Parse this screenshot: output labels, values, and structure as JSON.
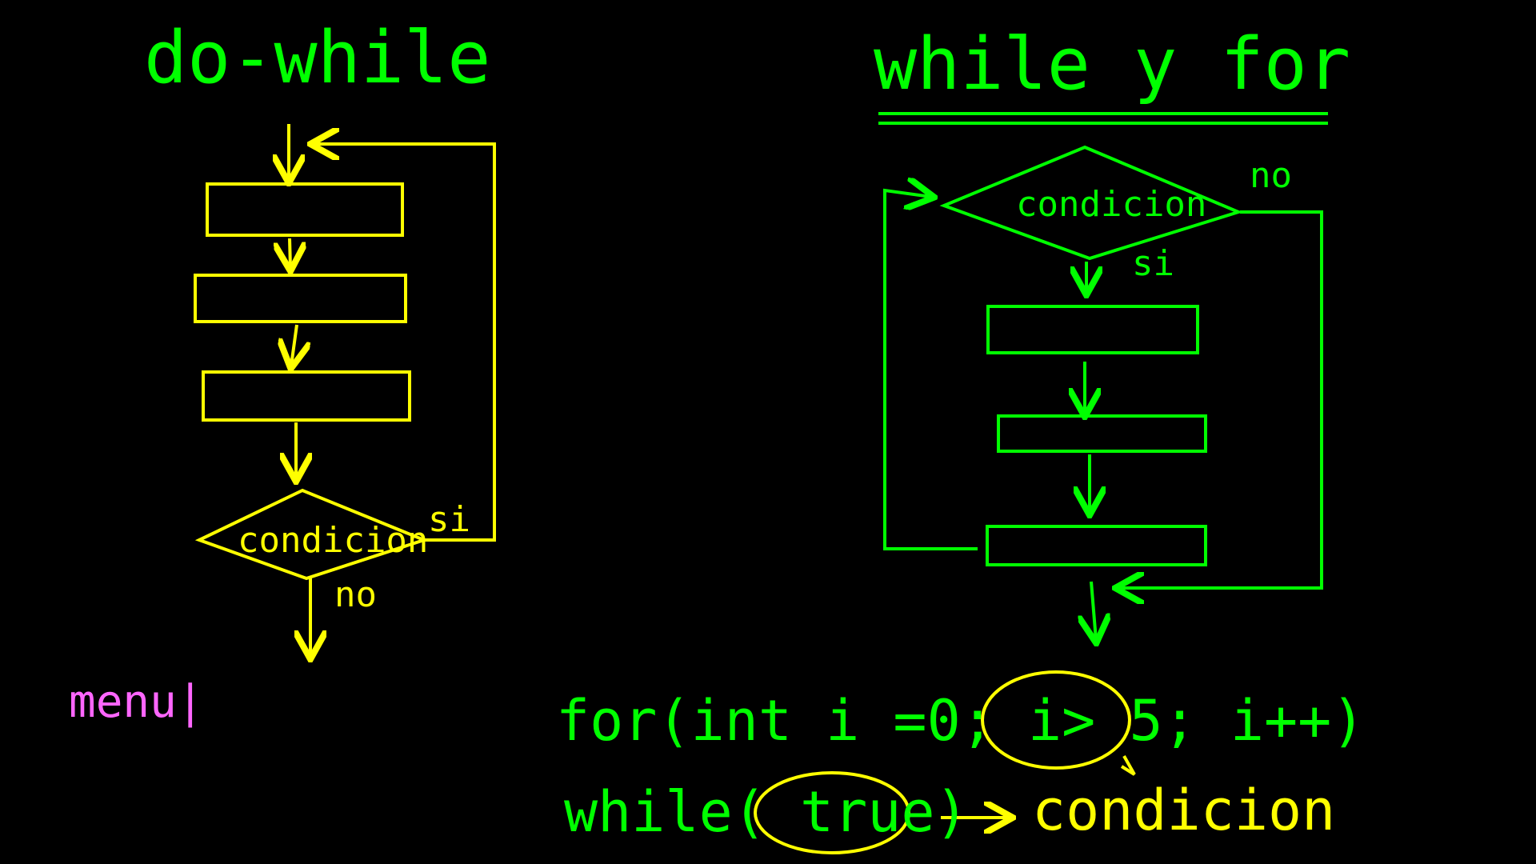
{
  "colors": {
    "background": "#000000",
    "green": "#00ff00",
    "yellow": "#ffff00",
    "pink": "#ff66ff"
  },
  "left_diagram": {
    "title": "do-while",
    "condition_label": "condicion",
    "yes_label": "si",
    "no_label": "no"
  },
  "right_diagram": {
    "title": "while y for",
    "condition_label": "condicion",
    "yes_label": "si",
    "no_label": "no"
  },
  "notes": {
    "menu_text": "menu|",
    "for_line": "for(int i =0; i> 5; i++)",
    "while_line": "while( true)",
    "result_label": "condicion"
  }
}
